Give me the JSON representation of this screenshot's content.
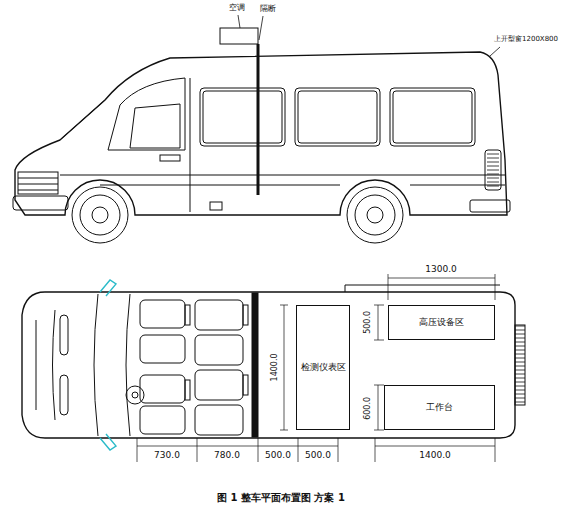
{
  "diagram": {
    "caption": "图 1 整车平面布置图 方案 1",
    "nodes": [
      {
        "text": [
          "检测仪表区"
        ]
      },
      {
        "text": [
          "高压设备区"
        ]
      },
      {
        "text": [
          "工作台"
        ]
      }
    ],
    "labels": [
      "空调",
      "隔断",
      "上开型窗1200X800",
      "1300.0",
      "500.0",
      "1400.0",
      "600.0",
      "730.0",
      "780.0",
      "500.0",
      "500.0",
      "1400.0"
    ]
  }
}
